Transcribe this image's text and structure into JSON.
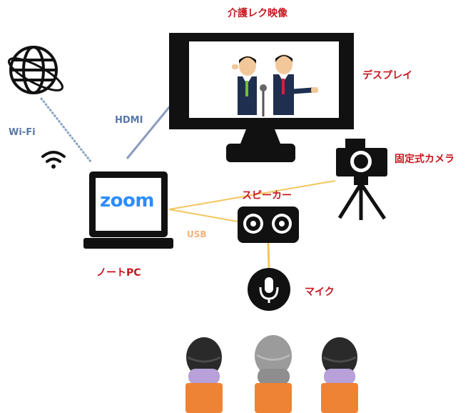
{
  "labels": {
    "video_title": "介護レク映像",
    "display": "デスプレイ",
    "camera": "固定式カメラ",
    "speaker": "スピーカー",
    "mic": "マイク",
    "laptop": "ノートPC",
    "zoom": "zoom",
    "hdmi": "HDMI",
    "wifi": "Wi-Fi",
    "usb": "USB"
  },
  "colors": {
    "label_red": "#c8161e",
    "hdmi_line": "#8a9cc0",
    "wifi_dots": "#8aa4c4",
    "usb_line": "#f3c65a",
    "zoom_blue": "#2d8cff",
    "chair_orange": "#ee8235"
  },
  "icons": {
    "network": "globe-icon",
    "wireless": "wifi-icon",
    "camera": "camera-icon",
    "speaker": "speaker-icon",
    "mic": "microphone-icon",
    "people": "person-icon"
  }
}
